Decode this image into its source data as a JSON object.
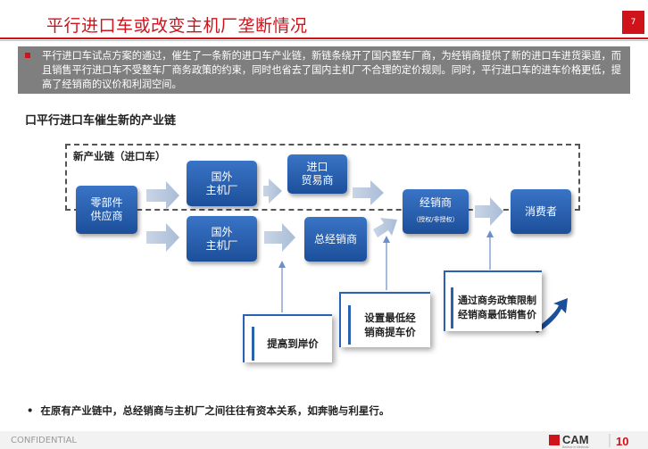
{
  "page": {
    "title": "平行进口车或改变主机厂垄断情况",
    "page_number": "7"
  },
  "summary": {
    "text": "平行进口车试点方案的通过，催生了一条新的进口车产业链，新链条绕开了国内整车厂商，为经销商提供了新的进口车进货渠道，而且销售平行进口车不受整车厂商务政策的约束，同时也省去了国内主机厂不合理的定价规则。同时，平行进口车的进车价格更低，提高了经销商的议价和利润空间。"
  },
  "section_title": "口平行进口车催生新的产业链",
  "diagram": {
    "new_chain_label": "新产业链（进口车）",
    "nodes": {
      "supplier": "零部件\n供应商",
      "foreign_oem_top": "国外\n主机厂",
      "foreign_oem_bottom": "国外\n主机厂",
      "importer": "进口\n贸易商",
      "general_dealer": "总经销商",
      "dealer": "经销商",
      "dealer_sub": "（授权/非授权）",
      "consumer": "消费者"
    },
    "annotations": {
      "port_price": "提高到岸价",
      "min_price": "设置最低经\n销商提车价",
      "min_sale_price": "通过商务政策限制\n经销商最低销售价"
    },
    "colors": {
      "box": "#2a62b3",
      "arrow": "#b7c6dc",
      "accent": "#d0121b"
    }
  },
  "footnote": "在原有产业链中，总经销商与主机厂之间往往有资本关系，如奔驰与利星行。",
  "footer": {
    "confidential": "CONFIDENTIAL",
    "logo_text": "CAM",
    "logo_tagline": "Believe in Methods",
    "logo_badge": "10"
  }
}
